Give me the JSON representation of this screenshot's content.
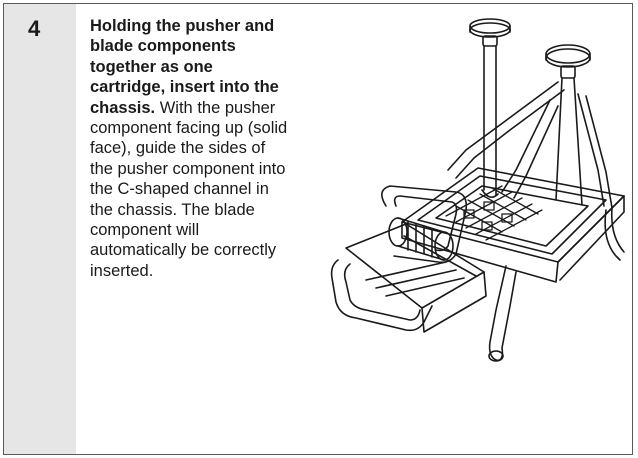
{
  "step": {
    "number": "4",
    "heading": "Holding the pusher and blade components together as one cartridge, insert into the chassis.",
    "body": "With the pusher component facing up (solid face), guide the sides of the pusher component into the C-shaped channel in the chassis. The blade component will automatically be correctly inserted."
  },
  "illustration": {
    "icon": "pusher-blade-cartridge-chassis-drawing",
    "stroke_color": "#1a1a1a"
  }
}
